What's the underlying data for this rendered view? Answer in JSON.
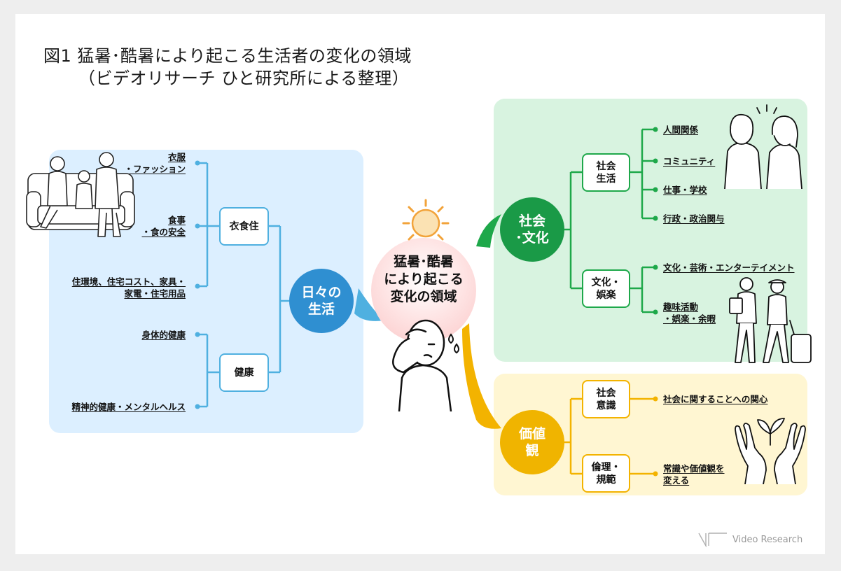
{
  "title": {
    "line1": "図1 猛暑･酷暑により起こる生活者の変化の領域",
    "line2": "（ビデオリサーチ ひと研究所による整理）"
  },
  "center": {
    "label": "猛暑･酷暑\nにより起こる\n変化の領域"
  },
  "daily": {
    "hub": "日々の\n生活",
    "categories": [
      {
        "label": "衣食住",
        "items": [
          "衣服\n・ファッション",
          "食事\n・食の安全",
          "住環境、住宅コスト、家具・\n家電・住宅用品"
        ]
      },
      {
        "label": "健康",
        "items": [
          "身体的健康",
          "精神的健康・メンタルヘルス"
        ]
      }
    ]
  },
  "social": {
    "hub": "社会\n･文化",
    "categories": [
      {
        "label": "社会\n生活",
        "items": [
          "人間関係",
          "コミュニティ",
          "仕事・学校",
          "行政・政治関与"
        ]
      },
      {
        "label": "文化・\n娯楽",
        "items": [
          "文化・芸術・エンターテイメント",
          "趣味活動\n・娯楽・余暇"
        ]
      }
    ]
  },
  "values": {
    "hub": "価値\n観",
    "categories": [
      {
        "label": "社会\n意識",
        "items": [
          "社会に関することへの関心"
        ]
      },
      {
        "label": "倫理・\n規範",
        "items": [
          "常識や価値観を\n変える"
        ]
      }
    ]
  },
  "colors": {
    "blue_line": "#4fb0e0",
    "blue_hub": "#2f8fd1",
    "green_line": "#1ea84a",
    "green_hub": "#1a9a47",
    "yellow_line": "#f3b300",
    "yellow_hub": "#f0b400",
    "panel_blue": "#dcefff",
    "panel_green": "#d8f3e0",
    "panel_yellow": "#fff6d2"
  },
  "icons": [
    "family-on-sofa-illustration",
    "sun-icon",
    "hot-person-illustration",
    "chatting-women-illustration",
    "travelers-illustration",
    "hands-sprout-illustration",
    "video-research-logo"
  ],
  "brand": "Video Research"
}
